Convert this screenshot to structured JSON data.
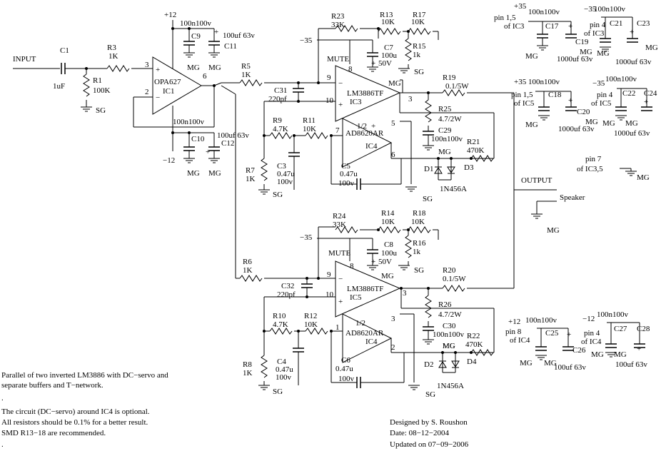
{
  "components": {
    "input": "INPUT",
    "output": "OUTPUT",
    "speaker": "Speaker",
    "c1": "C1",
    "c1_val": "1uF",
    "r1": "R1",
    "r1_val": "100K",
    "r3": "R3",
    "r3_val": "1K",
    "r5": "R5",
    "r5_val": "1K",
    "r6": "R6",
    "r6_val": "1K",
    "r7": "R7",
    "r7_val": "1K",
    "r8": "R8",
    "r8_val": "1K",
    "r9": "R9",
    "r9_val": "4.7K",
    "r10": "R10",
    "r10_val": "4.7K",
    "r11": "R11",
    "r11_val": "10K",
    "r12": "R12",
    "r12_val": "10K",
    "r13": "R13",
    "r13_val": "10K",
    "r14": "R14",
    "r14_val": "10K",
    "r15": "R15",
    "r15_val": "1k",
    "r16": "R16",
    "r16_val": "1k",
    "r17": "R17",
    "r17_val": "10K",
    "r18": "R18",
    "r18_val": "10K",
    "r19": "R19",
    "r19_val": "0.1/5W",
    "r20": "R20",
    "r20_val": "0.1/5W",
    "r21": "R21",
    "r21_val": "470K",
    "r22": "R22",
    "r22_val": "470K",
    "r23": "R23",
    "r23_val": "33K",
    "r24": "R24",
    "r24_val": "33K",
    "r25": "R25",
    "r25_val": "4.7/2W",
    "r26": "R26",
    "r26_val": "4.7/2W",
    "c3": "C3",
    "c3_val": "0.47u",
    "c3_v": "100v",
    "c4": "C4",
    "c4_val": "0.47u",
    "c4_v": "100v",
    "c5": "C5",
    "c5_val": "0.47u",
    "c5_v": "100v",
    "c6": "C6",
    "c6_val": "0.47u",
    "c6_v": "100v",
    "c7": "C7",
    "c7_val": "100u",
    "c7_v": "50V",
    "c8": "C8",
    "c8_val": "100u",
    "c8_v": "50V",
    "c9": "C9",
    "c10": "C10",
    "c11": "C11",
    "c12": "C12",
    "c29": "C29",
    "c30": "C30",
    "c31": "C31",
    "c31_val": "220pf",
    "c32": "C32",
    "c32_val": "220pf",
    "d1": "D1",
    "d2": "D2",
    "d3": "D3",
    "d4": "D4",
    "diode_type": "1N456A",
    "ic1_type": "OPA627",
    "ic1": "IC1",
    "ic3_type": "LM3886TF",
    "ic3": "IC3",
    "ic5_type": "LM3886TF",
    "ic5": "IC5",
    "ic4_type": "AD8620AR",
    "ic4": "IC4",
    "ic4_half": "1/2",
    "mute": "MUTE",
    "v_p12": "+12",
    "v_m12": "−12",
    "v_p35": "+35",
    "v_m35": "−35",
    "cap_100n100v": "100n100v",
    "cap_100uf63v": "100uf 63v",
    "cap_1000uf63v": "1000uf 63v",
    "mg": "MG",
    "sg": "SG",
    "pin_3": "3",
    "pin_2": "2",
    "pin_6": "6",
    "pin_9": "9",
    "pin_8": "8",
    "pin_10": "10",
    "pin_5": "5",
    "pin_7": "7",
    "pin_1": "1",
    "plus": "+",
    "minus": "−"
  },
  "supplies": {
    "ic3_plus_pin": "pin 1,5",
    "ic3_plus_of": "of IC3",
    "c17": "C17",
    "c19": "C19",
    "ic3_minus_pin": "pin 4",
    "ic3_minus_of": "of IC3",
    "c21": "C21",
    "c23": "C23",
    "ic5_plus_pin": "pin 1,5",
    "ic5_plus_of": "of IC5",
    "c18": "C18",
    "c20": "C20",
    "ic5_minus_pin": "pin 4",
    "ic5_minus_of": "of IC5",
    "c22": "C22",
    "c24": "C24",
    "gnd_pin": "pin 7",
    "gnd_of": "of IC3,5",
    "ic4_plus_pin": "pin 8",
    "ic4_plus_of": "of IC4",
    "c25": "C25",
    "c26": "C26",
    "ic4_minus_pin": "pin 4",
    "ic4_minus_of": "of IC4",
    "c27": "C27",
    "c28": "C28"
  },
  "notes": {
    "description": "Parallel of two inverted LM3886 with DC−servo and\nseparate buffers and T−network.",
    "dot": ".",
    "servo_optional": "The circuit (DC−servo) around IC4 is optional.",
    "tolerance": "All resistors should be 0.1% for a better result.",
    "smd": "SMD R13−18 are recommended.",
    "designer": "Designed by S. Roushon",
    "date": "Date: 08−12−2004",
    "updated": "Updated on 07−09−2006"
  }
}
